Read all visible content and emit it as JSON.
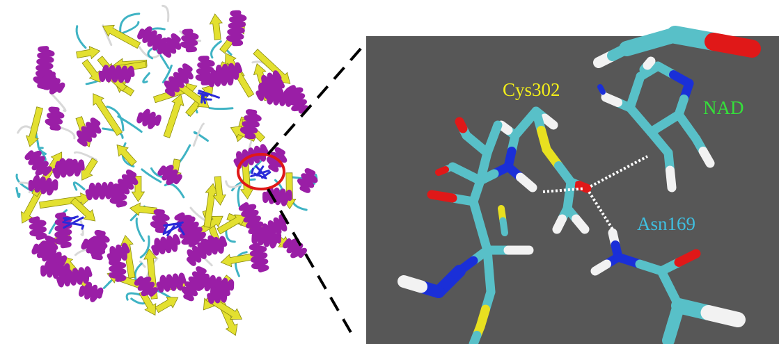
{
  "labels": {
    "cys": "Cys302",
    "nad": "NAD",
    "asn": "Asn169"
  },
  "colors": {
    "panel_background": "#575757",
    "label_cys": "#f2ee1a",
    "label_nad": "#35e03a",
    "label_asn": "#3fbfe0",
    "helix": "#9a1ea6",
    "sheet": "#e3e030",
    "coil": "#3fb3c4",
    "ligand": "#2a2ad8",
    "highlight_circle": "#e01818",
    "carbon": "#58c0c8",
    "hydrogen": "#f2f2f2",
    "nitrogen": "#1a2fd8",
    "oxygen": "#e01818",
    "sulfur": "#e8e020",
    "hbond": "#ffffff"
  }
}
